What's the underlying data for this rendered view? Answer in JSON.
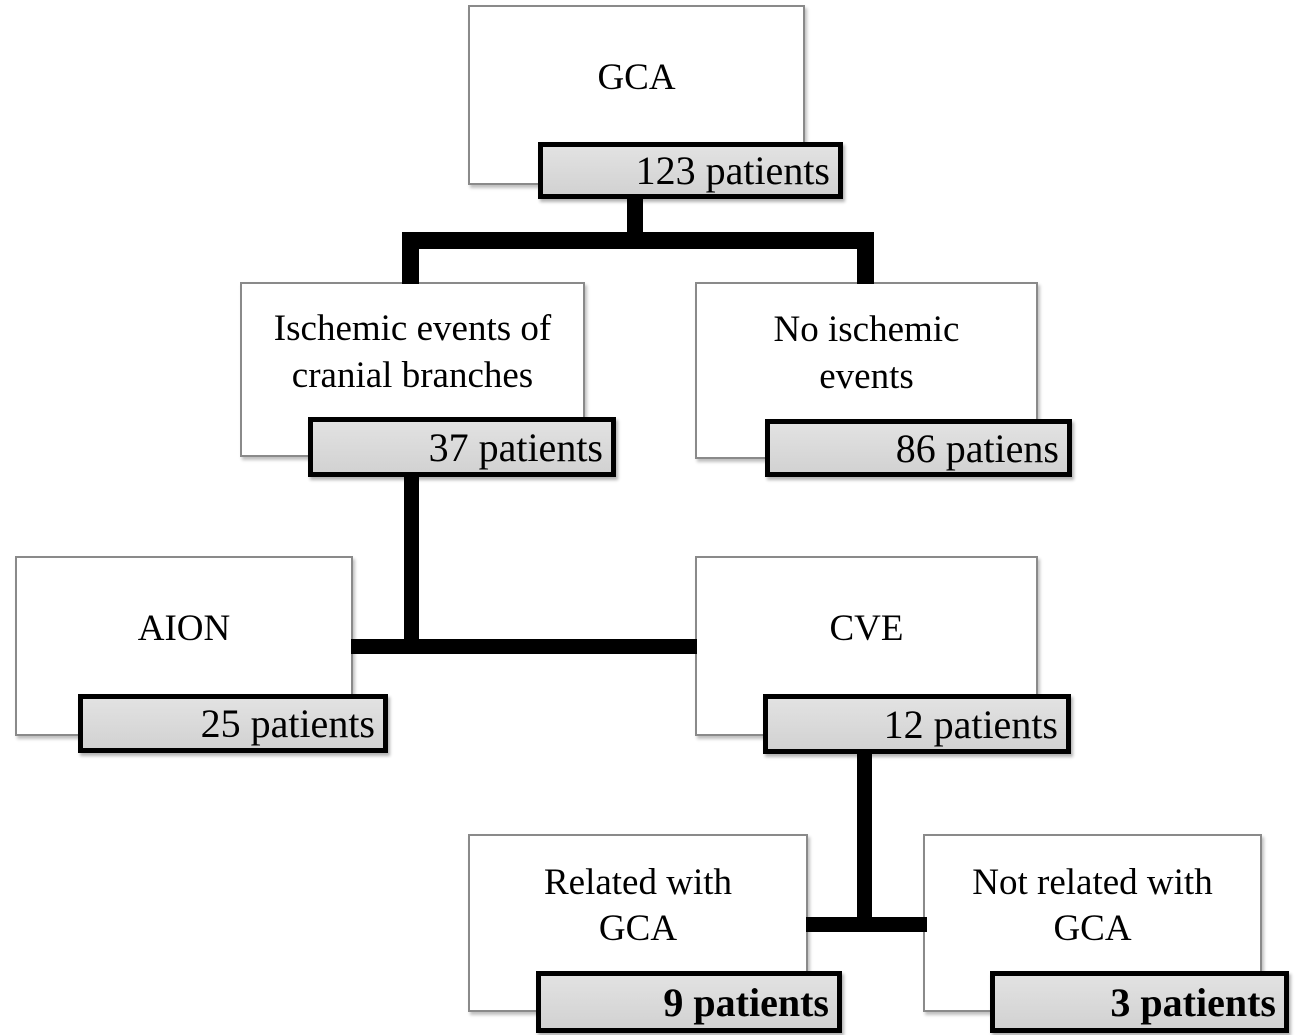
{
  "colors": {
    "background": "#ffffff",
    "text": "#000000",
    "line": "#000000",
    "box_border": "#8a8a8a",
    "badge_border": "#000000",
    "badge_fill": "#d9d9d9"
  },
  "nodes": {
    "gca": {
      "label": "GCA",
      "count": "123 patients"
    },
    "ischemic": {
      "label": "Ischemic events of\ncranial branches",
      "count": "37 patients"
    },
    "no_ischemic": {
      "label": "No ischemic\nevents",
      "count": "86 patiens"
    },
    "aion": {
      "label": "AION",
      "count": "25 patients"
    },
    "cve": {
      "label": "CVE",
      "count": "12 patients"
    },
    "related": {
      "label": "Related with\nGCA",
      "count": "9 patients"
    },
    "not_related": {
      "label": "Not related with\nGCA",
      "count": "3 patients"
    }
  },
  "edges": [
    {
      "from": "gca",
      "to": "ischemic"
    },
    {
      "from": "gca",
      "to": "no_ischemic"
    },
    {
      "from": "ischemic",
      "to": "aion"
    },
    {
      "from": "ischemic",
      "to": "cve"
    },
    {
      "from": "cve",
      "to": "related"
    },
    {
      "from": "cve",
      "to": "not_related"
    }
  ]
}
